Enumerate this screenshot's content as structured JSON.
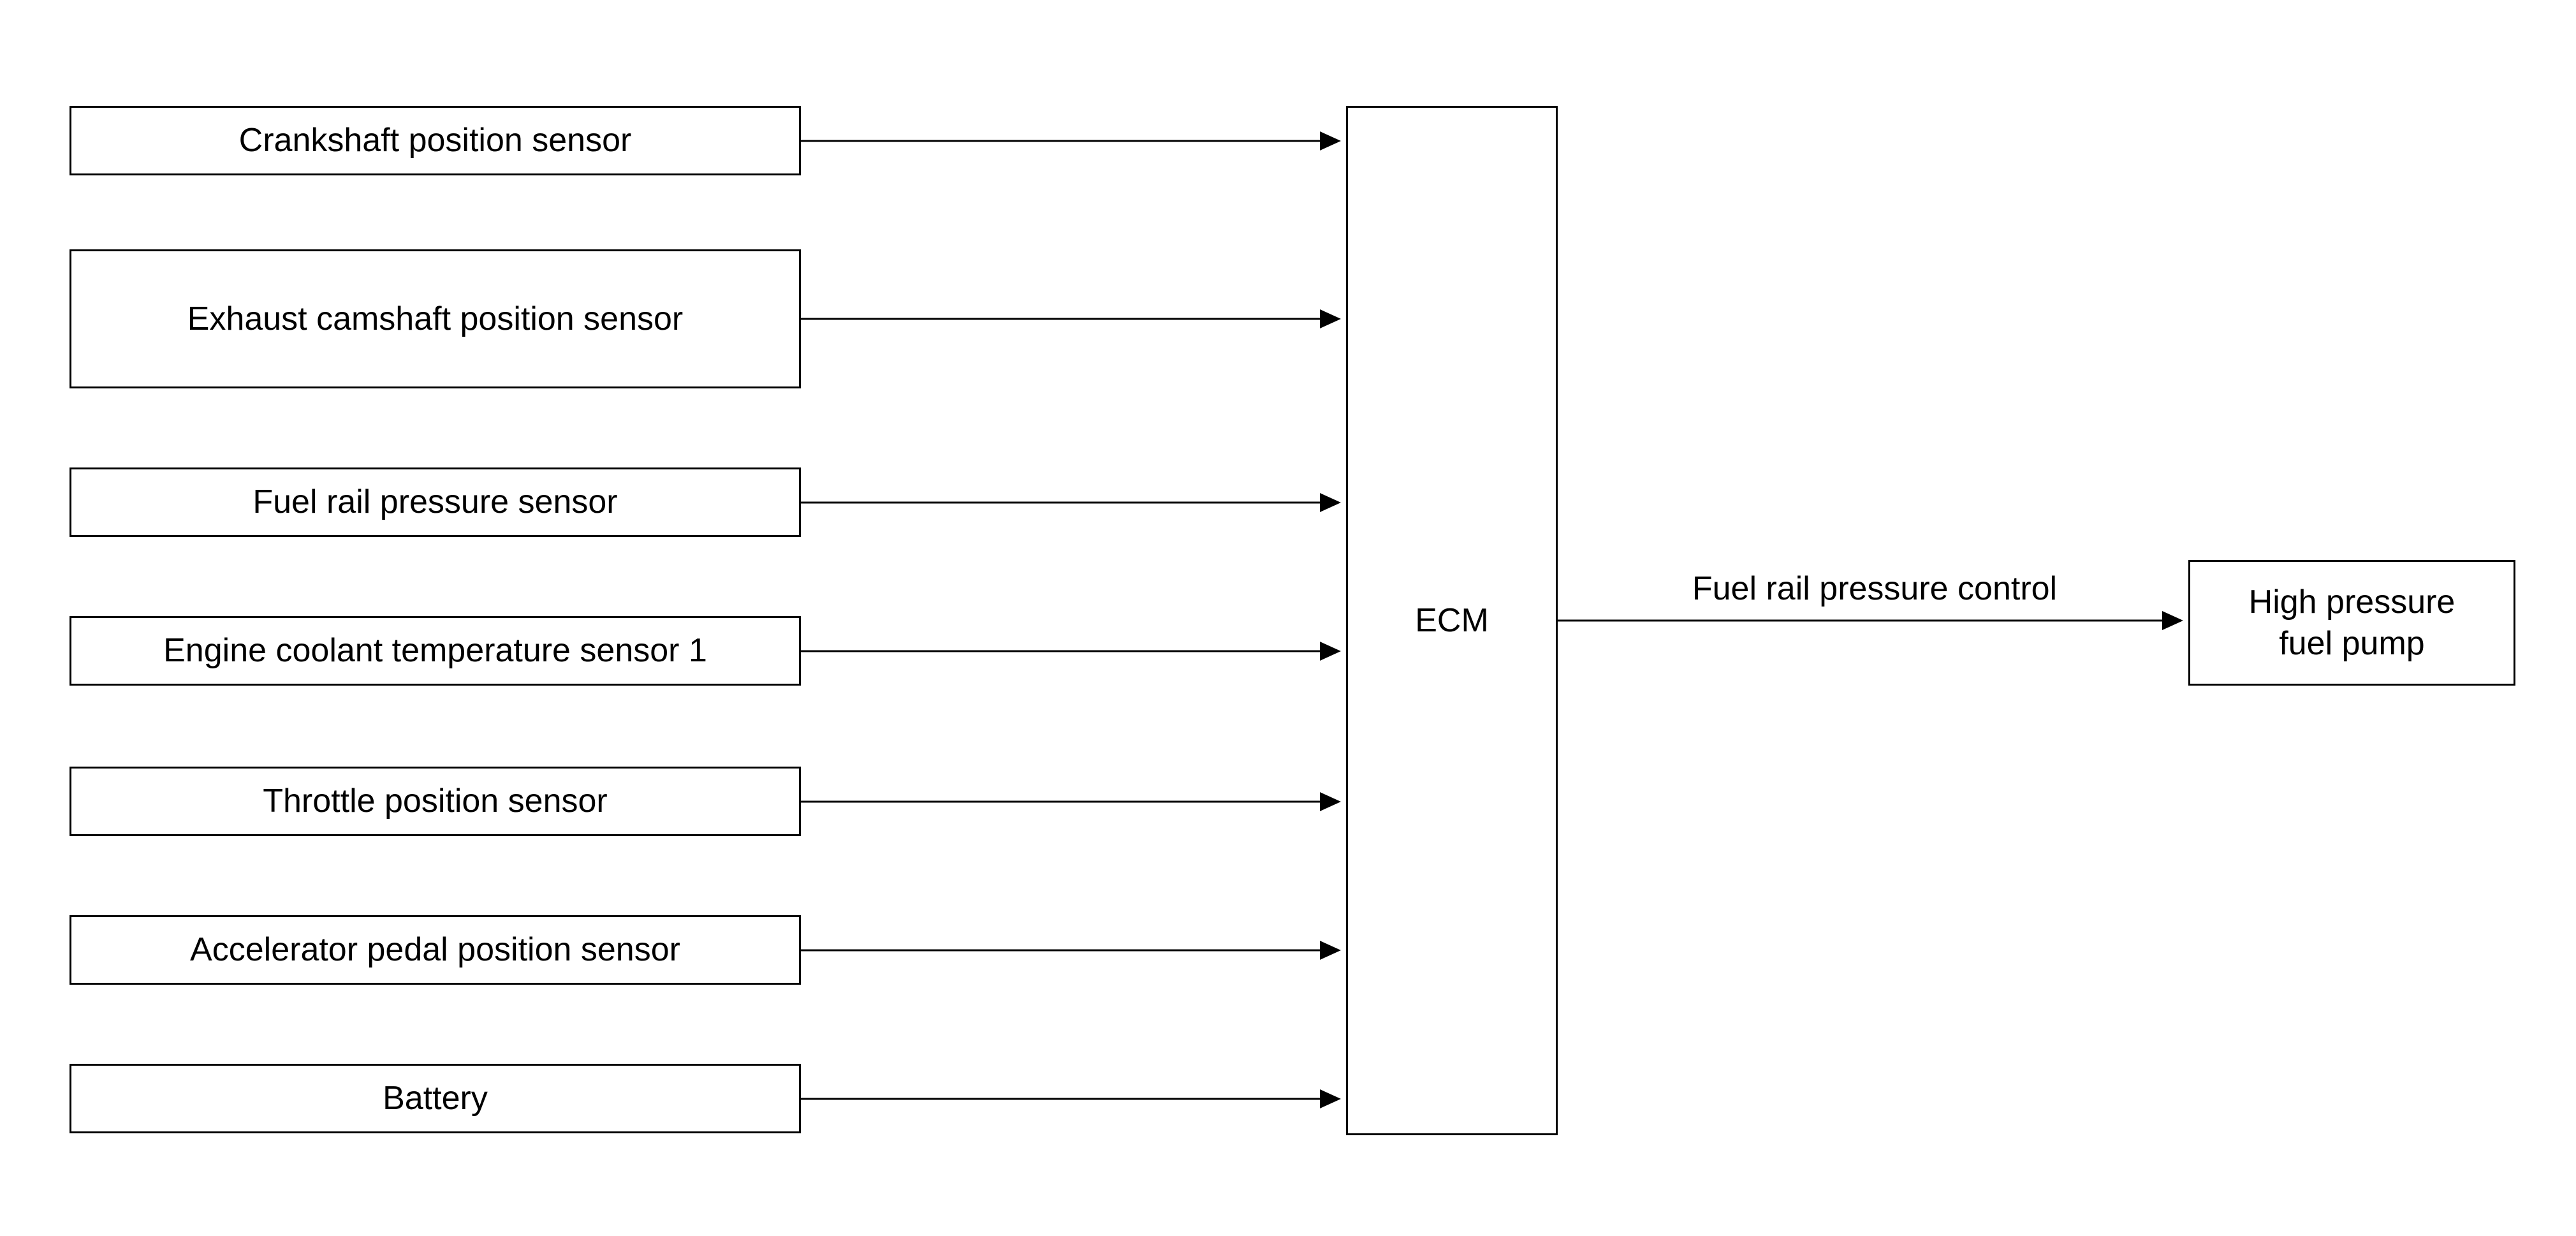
{
  "diagram": {
    "inputs": [
      {
        "label": "Crankshaft position sensor"
      },
      {
        "label": "Exhaust camshaft position sensor"
      },
      {
        "label": "Fuel rail pressure sensor"
      },
      {
        "label": "Engine coolant temperature sensor 1"
      },
      {
        "label": "Throttle position sensor"
      },
      {
        "label": "Accelerator pedal position sensor"
      },
      {
        "label": "Battery"
      }
    ],
    "controller": {
      "label": "ECM"
    },
    "output": {
      "arrow_label": "Fuel rail pressure control",
      "label": "High pressure\nfuel pump"
    },
    "colors": {
      "stroke": "#000000",
      "background": "#ffffff"
    }
  }
}
